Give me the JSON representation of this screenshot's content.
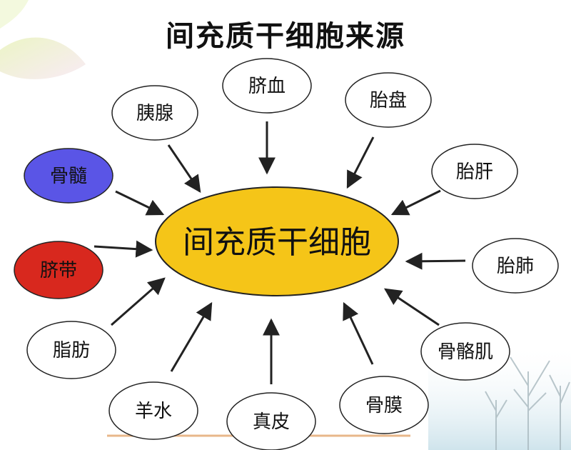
{
  "title": "间充质干细胞来源",
  "center": {
    "label": "间充质干细胞",
    "fill": "#F5C518"
  },
  "sources": [
    {
      "id": "yixian",
      "label": "胰腺",
      "fill": "#FFFFFF"
    },
    {
      "id": "qixue",
      "label": "脐血",
      "fill": "#FFFFFF"
    },
    {
      "id": "taipan",
      "label": "胎盘",
      "fill": "#FFFFFF"
    },
    {
      "id": "taigan",
      "label": "胎肝",
      "fill": "#FFFFFF"
    },
    {
      "id": "guisui",
      "label": "骨髓",
      "fill": "#5A55E6"
    },
    {
      "id": "qidai",
      "label": "脐带",
      "fill": "#D8281E"
    },
    {
      "id": "taifei",
      "label": "胎肺",
      "fill": "#FFFFFF"
    },
    {
      "id": "zhifang",
      "label": "脂肪",
      "fill": "#FFFFFF"
    },
    {
      "id": "guge",
      "label": "骨骼肌",
      "fill": "#FFFFFF"
    },
    {
      "id": "yangshui",
      "label": "羊水",
      "fill": "#FFFFFF"
    },
    {
      "id": "zhenpi",
      "label": "真皮",
      "fill": "#FFFFFF"
    },
    {
      "id": "gumo",
      "label": "骨膜",
      "fill": "#FFFFFF"
    }
  ],
  "colors": {
    "stroke": "#222222",
    "arrow": "#222222",
    "baseline": "#E8B78A"
  }
}
